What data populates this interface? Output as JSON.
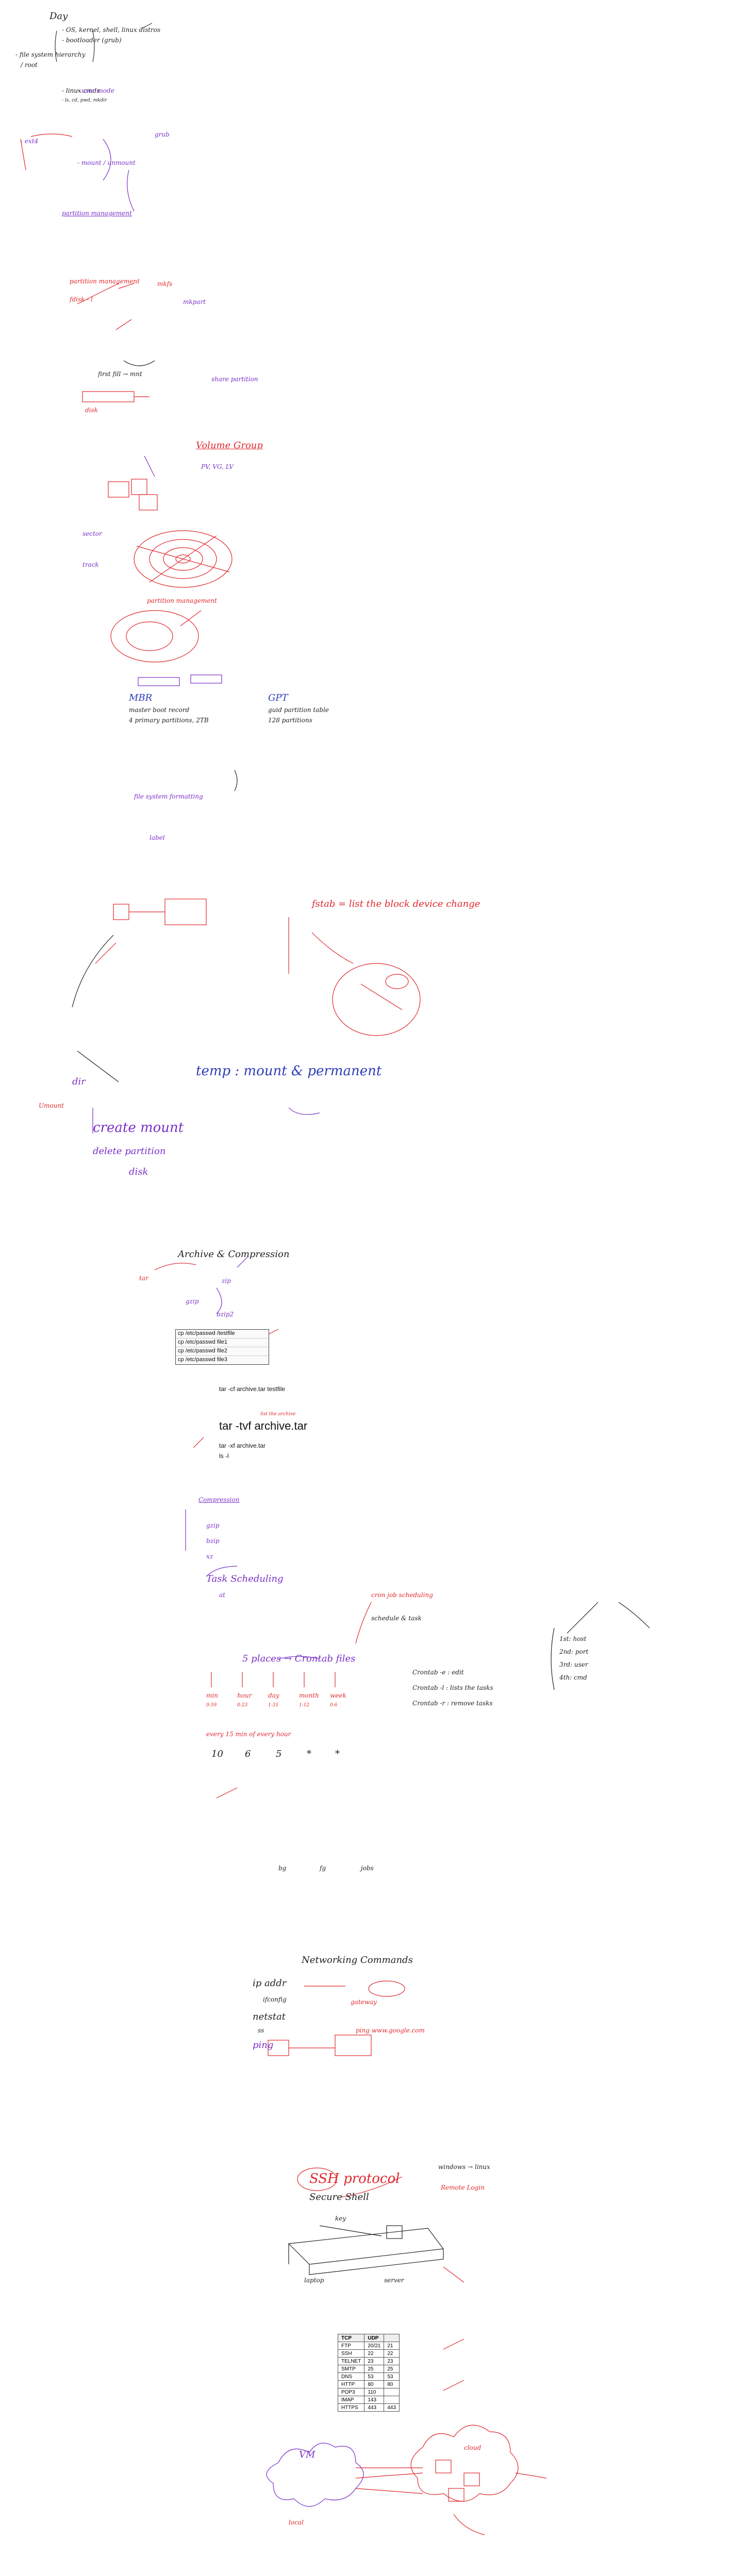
{
  "section1": {
    "title": "Day",
    "lines": [
      "- OS, kernel, shell, linux distros",
      "- bootloader (grub)",
      "- file system hierarchy",
      "/ root",
      "- linux cmds",
      "- ls, cd, pwd, mkdir",
      "- user mode",
      "- ext4",
      "grub",
      "- mount / unmount"
    ],
    "partition": "partition management",
    "fdisk": "fdisk - l",
    "mkfs": "mkfs",
    "mkpart": "mkpart",
    "first_fill": "first fill → mnt",
    "disk": "disk",
    "share": "share partition",
    "lvm": "Volume Group",
    "lvm_terms": "PV, VG, LV",
    "sector": "sector",
    "track": "track",
    "mbr": "MBR",
    "mbr_desc": "master boot record",
    "gpt": "GPT",
    "gpt_desc": "guid partition table",
    "mbr_max": "4 primary partitions, 2TB",
    "gpt_max": "128 partitions",
    "mkfs_note": "file system formatting",
    "label": "label",
    "fstab": "fstab = list the block device change",
    "temp": "temp : mount & permanent",
    "umount": "Umount",
    "dir": "dir",
    "create_mount": "create mount",
    "delete_partition": "delete partition",
    "disk_word": "disk"
  },
  "section2": {
    "title": "Archive & Compression",
    "tar": "tar",
    "zip": "zip",
    "gzip": "gzip",
    "bzip2": "bzip2",
    "cmds": [
      "cp /etc/passwd /testfile",
      "cp /etc/passwd file1",
      "cp /etc/passwd file2",
      "cp /etc/passwd file3"
    ],
    "cmd_tar1": "tar -cf archive.tar testfile",
    "big": "tar -tvf archive.tar",
    "cmd_tar2": "tar -xf archive.tar",
    "cmd_ls": "ls -l",
    "list": "list the archive"
  },
  "section3": {
    "title": "Compression",
    "items": [
      "gzip",
      "bzip",
      "xz"
    ],
    "tasks": "Task Scheduling",
    "cron": "cron job scheduling",
    "at": "at",
    "syntax": "5 places → Crontab files",
    "fields": [
      "min",
      "hour",
      "day",
      "month",
      "week"
    ],
    "ranges": [
      "0-59",
      "0-23",
      "1-31",
      "1-12",
      "0-6"
    ],
    "crontab_e": "Crontab -e : edit",
    "crontab_l": "Crontab -l : lists the tasks",
    "crontab_r": "Crontab -r : remove tasks",
    "entry_values": [
      "10",
      "6",
      "5",
      "*",
      "*"
    ],
    "example": "every 15 min of every hour",
    "bg": "bg",
    "fg": "fg",
    "jobs": "jobs",
    "fields_table": [
      "1st: host",
      "2nd: port",
      "3rd: user",
      "4th: cmd"
    ],
    "crontab_note": "schedule & task"
  },
  "section4": {
    "title": "Networking Commands",
    "ip": "ip addr",
    "ifconfig": "ifconfig",
    "netstat": "netstat",
    "ss": "ss",
    "ping": "ping",
    "ping_note": "ping www.google.com",
    "gateway": "gateway",
    "ssh": "SSH protocol",
    "ssh_sub": "Secure Shell",
    "ssh_note": "windows → linux",
    "remote": "Remote Login",
    "key": "key",
    "laptop": "laptop",
    "server": "server",
    "ports_header": [
      "TCP",
      "UDP"
    ],
    "ports_rows": [
      [
        "FTP",
        "20/21",
        "21"
      ],
      [
        "SSH",
        "22",
        "22"
      ],
      [
        "TELNET",
        "23",
        "23"
      ],
      [
        "SMTP",
        "25",
        "25"
      ],
      [
        "DNS",
        "53",
        "53"
      ],
      [
        "HTTP",
        "80",
        "80"
      ],
      [
        "POP3",
        "110",
        ""
      ],
      [
        "IMAP",
        "143",
        ""
      ],
      [
        "HTTPS",
        "443",
        "443"
      ]
    ],
    "vm": "VM",
    "cloud": "cloud",
    "local": "local"
  }
}
